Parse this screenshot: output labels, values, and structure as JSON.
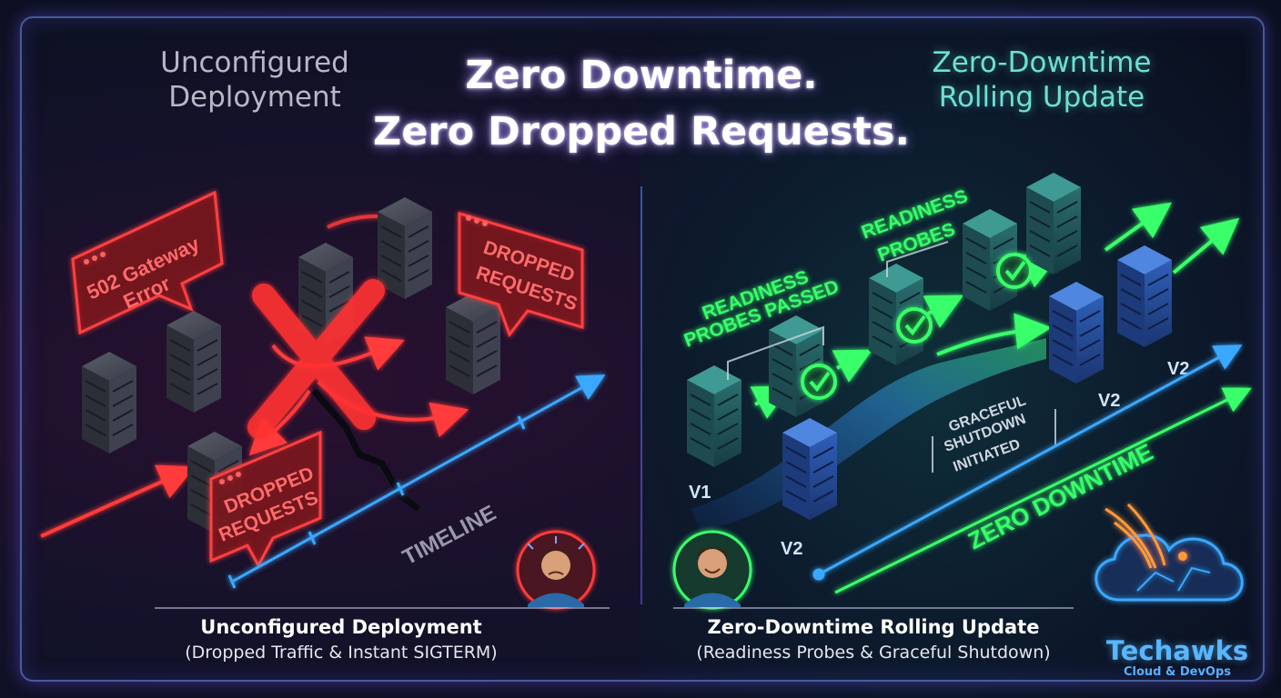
{
  "title": {
    "line1": "Zero Downtime.",
    "line2": "Zero Dropped Requests."
  },
  "left": {
    "heading": {
      "line1": "Unconfigured",
      "line2": "Deployment"
    },
    "callout_error": {
      "line1": "502 Gateway",
      "line2": "Error"
    },
    "callout_dropped_top": {
      "line1": "DROPPED",
      "line2": "REQUESTS"
    },
    "callout_dropped_bottom": {
      "line1": "DROPPED",
      "line2": "REQUESTS"
    },
    "timeline_label": "TIMELINE",
    "caption": {
      "title": "Unconfigured Deployment",
      "subtitle": "(Dropped Traffic & Instant SIGTERM)"
    }
  },
  "right": {
    "heading": {
      "line1": "Zero-Downtime",
      "line2": "Rolling Update"
    },
    "label_probes_passed": {
      "line1": "READINESS",
      "line2": "PROBES PASSED"
    },
    "label_probes": {
      "line1": "READINESS",
      "line2": "PROBES"
    },
    "label_graceful": {
      "line1": "GRACEFUL",
      "line2": "SHUTDOWN",
      "line3": "INITIATED"
    },
    "zero_downtime_label": "ZERO DOWNTIME",
    "version_v1": "V1",
    "version_v2_a": "V2",
    "version_v2_b": "V2",
    "version_v2_c": "V2",
    "caption": {
      "title": "Zero-Downtime Rolling Update",
      "subtitle": "(Readiness Probes & Graceful Shutdown)"
    }
  },
  "brand": {
    "name": "Techawks",
    "tagline": "Cloud & DevOps"
  },
  "colors": {
    "error": "#ff3b3b",
    "success": "#39ff6a",
    "timeline": "#3aa8ff",
    "accent": "#8a7bff"
  }
}
